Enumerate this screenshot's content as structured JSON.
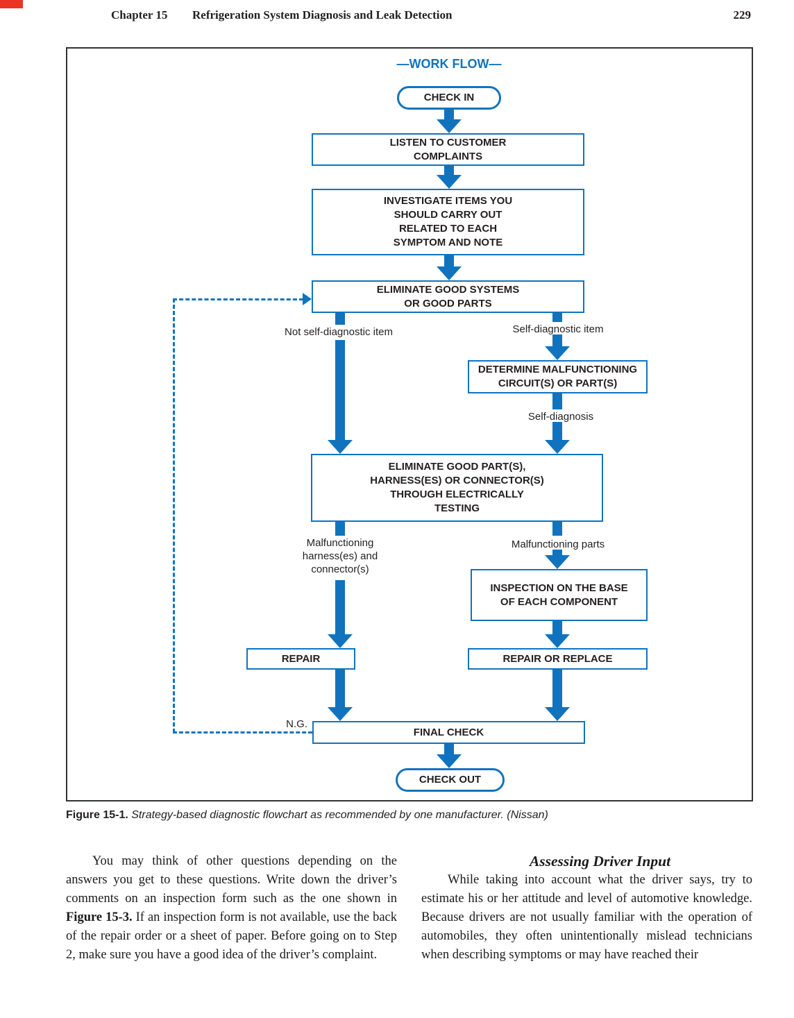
{
  "page": {
    "chapter_label": "Chapter 15",
    "chapter_title": "Refrigeration System Diagnosis and Leak Detection",
    "page_number": "229"
  },
  "figure": {
    "title": "—WORK FLOW—",
    "accent_color": "#1173be",
    "nodes": {
      "check_in": "CHECK IN",
      "listen": "LISTEN TO CUSTOMER\nCOMPLAINTS",
      "investigate": "INVESTIGATE ITEMS YOU\nSHOULD CARRY OUT\nRELATED TO EACH\nSYMPTOM AND NOTE",
      "eliminate_systems": "ELIMINATE GOOD SYSTEMS\nOR GOOD PARTS",
      "determine": "DETERMINE MALFUNCTIONING\nCIRCUIT(S) OR PART(S)",
      "eliminate_parts": "ELIMINATE GOOD PART(S),\nHARNESS(ES) OR CONNECTOR(S)\nTHROUGH ELECTRICALLY\nTESTING",
      "inspection": "INSPECTION ON THE BASE\nOF EACH COMPONENT",
      "repair": "REPAIR",
      "repair_or_replace": "REPAIR OR REPLACE",
      "final_check": "FINAL CHECK",
      "check_out": "CHECK OUT"
    },
    "labels": {
      "not_self_diagnostic": "Not self-diagnostic item",
      "self_diagnostic": "Self-diagnostic item",
      "self_diagnosis": "Self-diagnosis",
      "malfunctioning_harness": "Malfunctioning\nharness(es) and\nconnector(s)",
      "malfunctioning_parts": "Malfunctioning parts",
      "ng": "N.G."
    }
  },
  "caption": {
    "label": "Figure 15-1.",
    "text": " Strategy-based diagnostic flowchart as recommended by one manufacturer. (Nissan)"
  },
  "body": {
    "left_before": "You may think of other questions depending on the answers you get to these questions. Write down the driver’s comments on an inspection form such as the one shown in ",
    "left_bold": "Figure 15-3.",
    "left_after": " If an inspection form is not available, use the back of the repair order or a sheet of paper. Before going on to Step 2, make sure you have a good idea of the driver’s complaint.",
    "right_heading": "Assessing Driver Input",
    "right_paragraph": "While taking into account what the driver says, try to estimate his or her attitude and level of automotive knowledge. Because drivers are not usually familiar with the operation of automobiles, they often unintentionally mislead technicians when describing symptoms or may have reached their"
  }
}
